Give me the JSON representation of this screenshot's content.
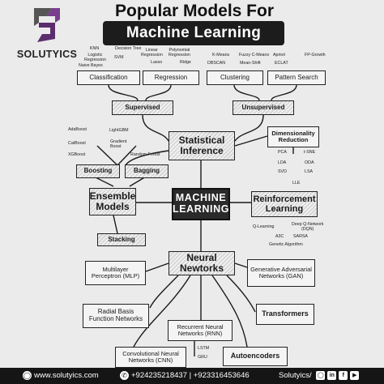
{
  "brand": {
    "name": "SOLUTYICS"
  },
  "title": {
    "line1": "Popular Models For",
    "line2": "Machine Learning"
  },
  "center": {
    "line1": "MACHINE",
    "line2": "LEARNING"
  },
  "nodes": {
    "classification": "Classification",
    "regression": "Regression",
    "clustering": "Clustering",
    "pattern_search": "Pattern Search",
    "supervised": "Supervised",
    "unsupervised": "Unsupervised",
    "statistical_inference": "Statistical Inference",
    "dimensionality_reduction": "Dimensionality Reduction",
    "boosting": "Boosting",
    "bagging": "Bagging",
    "ensemble_models": "Ensemble Models",
    "reinforcement_learning": "Reinforcement Learning",
    "stacking": "Stacking",
    "neural_networks": "Neural Newtorks",
    "mlp": "Multilayer Perceptron (MLP)",
    "gan": "Generative Adversarial Networks (GAN)",
    "rbf": "Radial Basis Function Networks",
    "transformers": "Transformers",
    "rnn": "Recurrent Neural Networks (RNN)",
    "cnn": "Convolutional Neural Networks (CNN)",
    "autoencoders": "Autoencoders"
  },
  "labels": {
    "knn": "KNN",
    "decision_tree": "Decision Tree",
    "logistic_regression": "Logistic\nRegression",
    "svm": "SVM",
    "naive_bayes": "Naive Bayes",
    "linear_regression": "Linear\nRegression",
    "polynomial_regression": "Polynomial\nRegression",
    "lasso": "Lasso",
    "ridge": "Ridge",
    "kmeans": "K-Means",
    "fuzzy_cmeans": "Fuzzy C-Means",
    "dbscan": "DBSCAN",
    "mean_shift": "Mean-Shift",
    "apriori": "Apriori",
    "fp_growth": "FP-Growth",
    "eclat": "ECLAT",
    "adaboost": "AdaBoost",
    "lightgbm": "LightGBM",
    "catboost": "CatBoost",
    "gradient_boost": "Gradient\nBoost",
    "xgboost": "XGBoost",
    "random_forest": "Random Forest",
    "pca": "PCA",
    "tsne": "t-SNE",
    "lda": "LDA",
    "oda": "ODA",
    "svd": "SVD",
    "lsa": "LSA",
    "lle": "LLE",
    "q_learning": "Q-Learning",
    "deep_q_network": "Deep Q-Network\n(DQN)",
    "a3c": "A3C",
    "sarsa": "SARSA",
    "genetic_algorithm": "Genetic Algorithm",
    "lstm": "LSTM",
    "gru": "GRU"
  },
  "footer": {
    "website": "www.solutyics.com",
    "phones": "+924235218437 | +923316453646",
    "handle": "Solutyics/"
  },
  "colors": {
    "dark": "#1c1c1c",
    "background": "#ebebeb",
    "box": "#f4f4f4"
  }
}
